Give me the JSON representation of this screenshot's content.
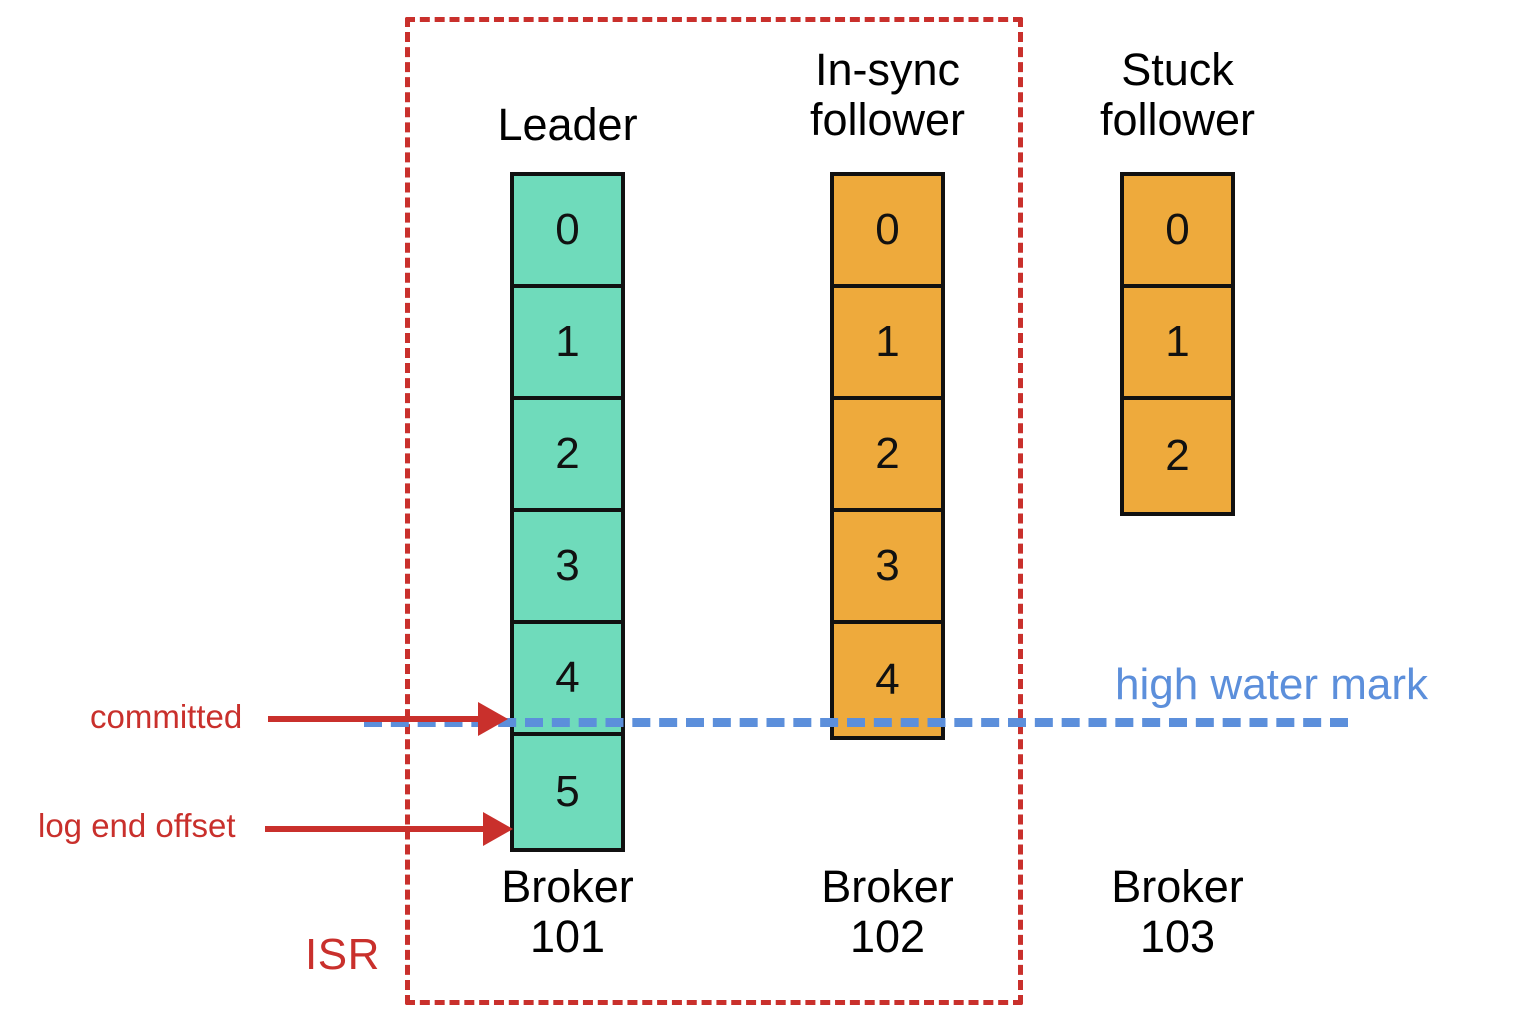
{
  "diagram": {
    "title_colors": {
      "leader_cell": "#6fdbbb",
      "follower_cell": "#eeaa3c",
      "isr_boundary": "#c9302c",
      "annotation": "#c9302c",
      "high_water_mark": "#5c8fdb",
      "cell_border": "#111111",
      "background": "#ffffff"
    },
    "isr": {
      "label": "ISR"
    },
    "columns": [
      {
        "header": "Leader",
        "broker": "Broker\n101",
        "role": "leader",
        "cells": [
          "0",
          "1",
          "2",
          "3",
          "4",
          "5"
        ],
        "in_isr": true
      },
      {
        "header": "In-sync\nfollower",
        "broker": "Broker\n102",
        "role": "in-sync-follower",
        "cells": [
          "0",
          "1",
          "2",
          "3",
          "4"
        ],
        "in_isr": true
      },
      {
        "header": "Stuck\nfollower",
        "broker": "Broker\n103",
        "role": "stuck-follower",
        "cells": [
          "0",
          "1",
          "2"
        ],
        "in_isr": false
      }
    ],
    "annotations": {
      "committed": "committed",
      "log_end_offset": "log end offset",
      "high_water_mark": "high water mark"
    }
  }
}
